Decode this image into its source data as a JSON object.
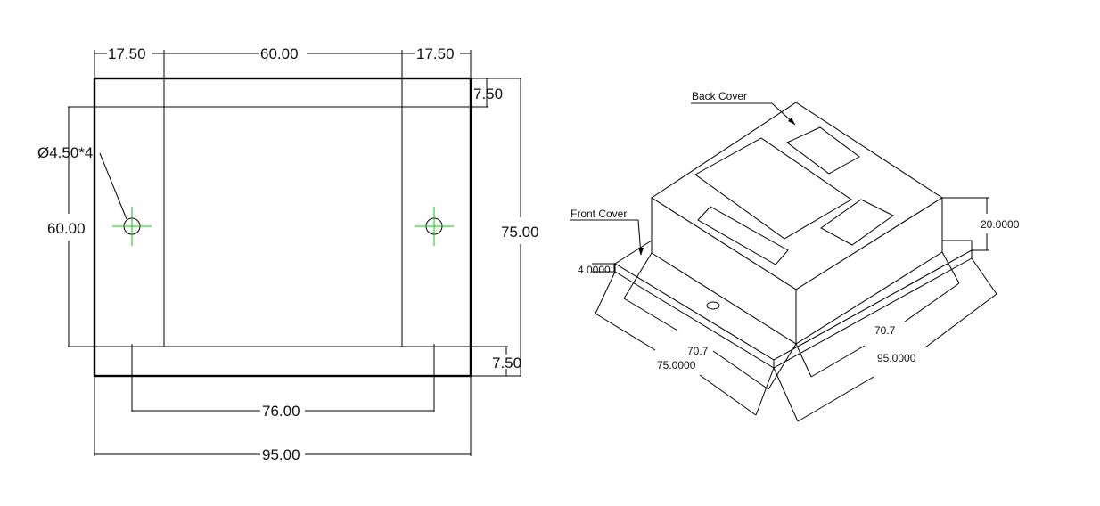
{
  "front_view": {
    "dim_top_left": "17.50",
    "dim_top_middle": "60.00",
    "dim_top_right": "17.50",
    "dim_right_top": "7.50",
    "dim_right_total": "75.00",
    "dim_right_bottom": "7.50",
    "dim_left_height": "60.00",
    "dim_bottom_holes": "76.00",
    "dim_bottom_total": "95.00",
    "hole_note": "Ø4.50*4"
  },
  "iso_view": {
    "back_cover_label": "Back Cover",
    "front_cover_label": "Front Cover",
    "dim_height": "20.0000",
    "dim_flange": "4.0000",
    "dim_left_inner": "70.7",
    "dim_left_outer": "75.0000",
    "dim_right_inner": "70.7",
    "dim_right_outer": "95.0000"
  },
  "colors": {
    "line": "#000000",
    "center_mark": "#00d200",
    "background": "#ffffff"
  }
}
